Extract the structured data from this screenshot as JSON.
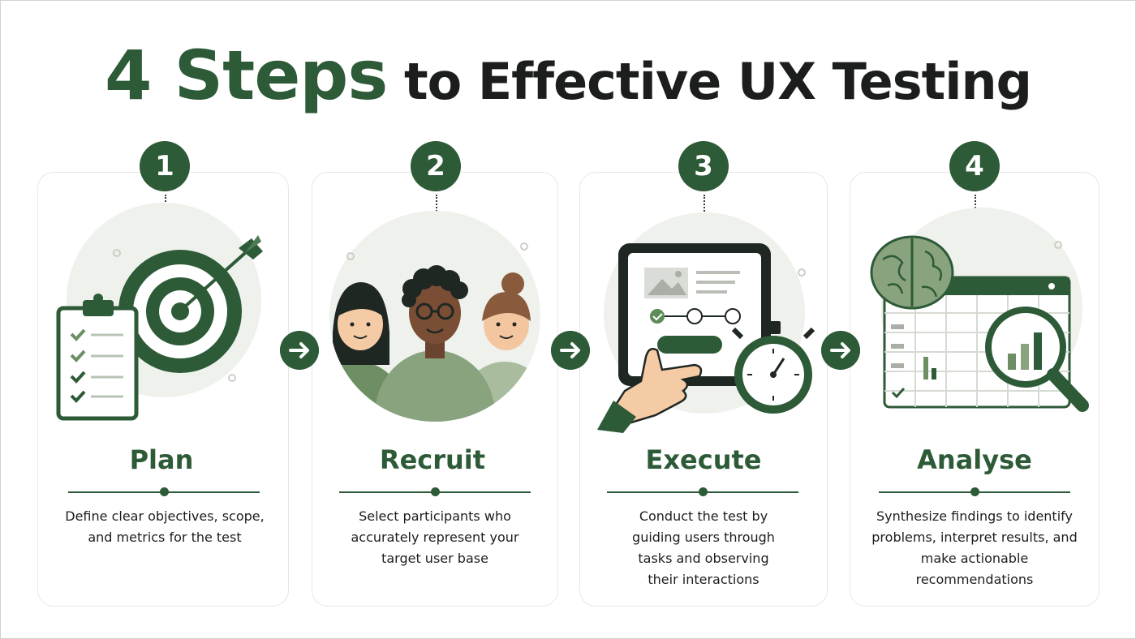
{
  "title": {
    "highlight": "4 Steps",
    "rest": " to Effective UX Testing"
  },
  "steps": [
    {
      "number": "1",
      "title": "Plan",
      "description": "Define clear objectives, scope, and metrics for the test",
      "icon": "target-clipboard-icon"
    },
    {
      "number": "2",
      "title": "Recruit",
      "description": "Select participants who accurately represent your target user base",
      "icon": "people-group-icon"
    },
    {
      "number": "3",
      "title": "Execute",
      "description": "Conduct the test by guiding users through tasks and observing their interactions",
      "icon": "tablet-stopwatch-icon"
    },
    {
      "number": "4",
      "title": "Analyse",
      "description": "Synthesize findings to identify problems, interpret results, and make actionable recommendations",
      "icon": "brain-magnifier-icon"
    }
  ],
  "colors": {
    "primary": "#2d5a37",
    "sage": "#8aa37f",
    "light": "#eef1ec",
    "text": "#1c1e1d"
  }
}
